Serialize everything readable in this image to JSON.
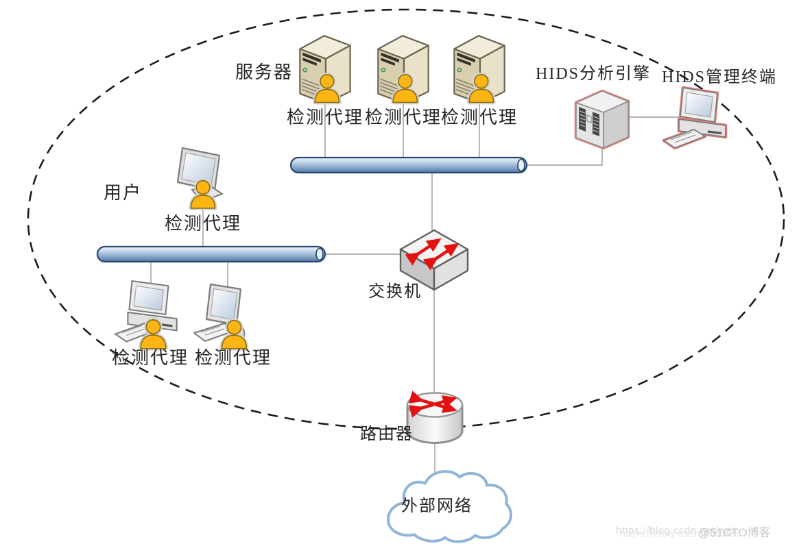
{
  "labels": {
    "server_group": "服务器",
    "detect_agent": "检测代理",
    "hids_engine": "HIDS分析引擎",
    "hids_terminal": "HIDS管理终端",
    "user_group": "用户",
    "switch": "交换机",
    "router": "路由器",
    "external_network": "外部网络"
  },
  "watermark": {
    "url_text": "https://blog.csdn.net/wei",
    "site_text": "@51CTO博客"
  },
  "colors": {
    "highlight_outline": "#ef7b76",
    "bus_border": "#24456e",
    "bus_fill_mid": "#88a9cc",
    "person_fill": "#fdb515",
    "arrow_red": "#e31212",
    "cloud_stroke": "#8fb4d6",
    "ellipse_stroke": "#1c1c1c",
    "connector_gray": "#9a9a9a",
    "server_beige": "#d8cfae"
  },
  "topology": {
    "nodes": [
      {
        "id": "server-agent-1",
        "type": "tower-server",
        "label": "检测代理"
      },
      {
        "id": "server-agent-2",
        "type": "tower-server",
        "label": "检测代理"
      },
      {
        "id": "server-agent-3",
        "type": "tower-server",
        "label": "检测代理"
      },
      {
        "id": "hids-engine",
        "type": "server",
        "label": "HIDS分析引擎",
        "highlighted": true
      },
      {
        "id": "hids-terminal",
        "type": "workstation",
        "label": "HIDS管理终端",
        "highlighted": true
      },
      {
        "id": "user-agent",
        "type": "monitor",
        "label": "检测代理"
      },
      {
        "id": "pc-agent-1",
        "type": "desktop",
        "label": "检测代理"
      },
      {
        "id": "pc-agent-2",
        "type": "desktop",
        "label": "检测代理"
      },
      {
        "id": "top-bus",
        "type": "lan-segment",
        "label": ""
      },
      {
        "id": "left-bus",
        "type": "lan-segment",
        "label": ""
      },
      {
        "id": "switch",
        "type": "switch",
        "label": "交换机"
      },
      {
        "id": "router",
        "type": "router",
        "label": "路由器"
      },
      {
        "id": "external-network",
        "type": "cloud",
        "label": "外部网络"
      }
    ],
    "edges": [
      [
        "server-agent-1",
        "top-bus"
      ],
      [
        "server-agent-2",
        "top-bus"
      ],
      [
        "server-agent-3",
        "top-bus"
      ],
      [
        "top-bus",
        "hids-engine"
      ],
      [
        "hids-engine",
        "hids-terminal"
      ],
      [
        "top-bus",
        "switch"
      ],
      [
        "user-agent",
        "left-bus"
      ],
      [
        "left-bus",
        "pc-agent-1"
      ],
      [
        "left-bus",
        "pc-agent-2"
      ],
      [
        "left-bus",
        "switch"
      ],
      [
        "switch",
        "router"
      ],
      [
        "router",
        "external-network"
      ]
    ],
    "boundary": "dashed-ellipse"
  }
}
